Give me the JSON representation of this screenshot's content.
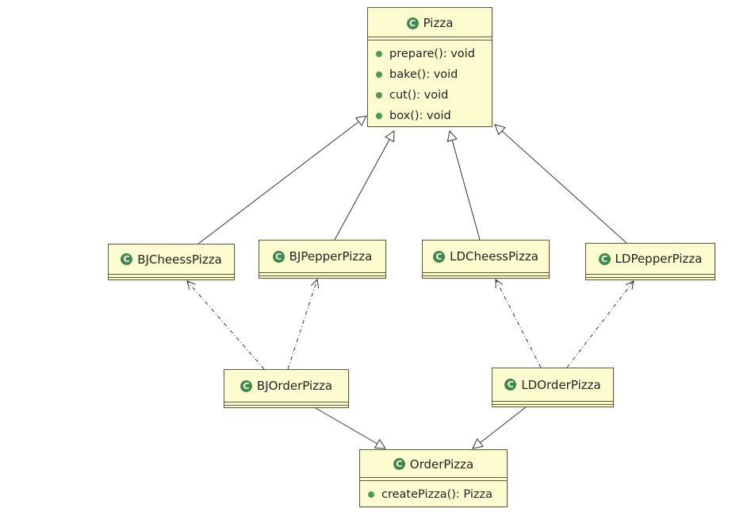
{
  "classes": {
    "pizza": {
      "name": "Pizza",
      "methods": [
        "prepare(): void",
        "bake(): void",
        "cut(): void",
        "box(): void"
      ]
    },
    "bj_cheess": {
      "name": "BJCheessPizza"
    },
    "bj_pepper": {
      "name": "BJPepperPizza"
    },
    "ld_cheess": {
      "name": "LDCheessPizza"
    },
    "ld_pepper": {
      "name": "LDPepperPizza"
    },
    "bj_order": {
      "name": "BJOrderPizza"
    },
    "ld_order": {
      "name": "LDOrderPizza"
    },
    "order_pizza": {
      "name": "OrderPizza",
      "methods": [
        "createPizza(): Pizza"
      ]
    }
  },
  "class_icon_letter": "C",
  "colors": {
    "box_fill": "#fcfcd0",
    "box_border": "#5a5a3c",
    "icon_green": "#3f8a4a",
    "line": "#333333"
  }
}
